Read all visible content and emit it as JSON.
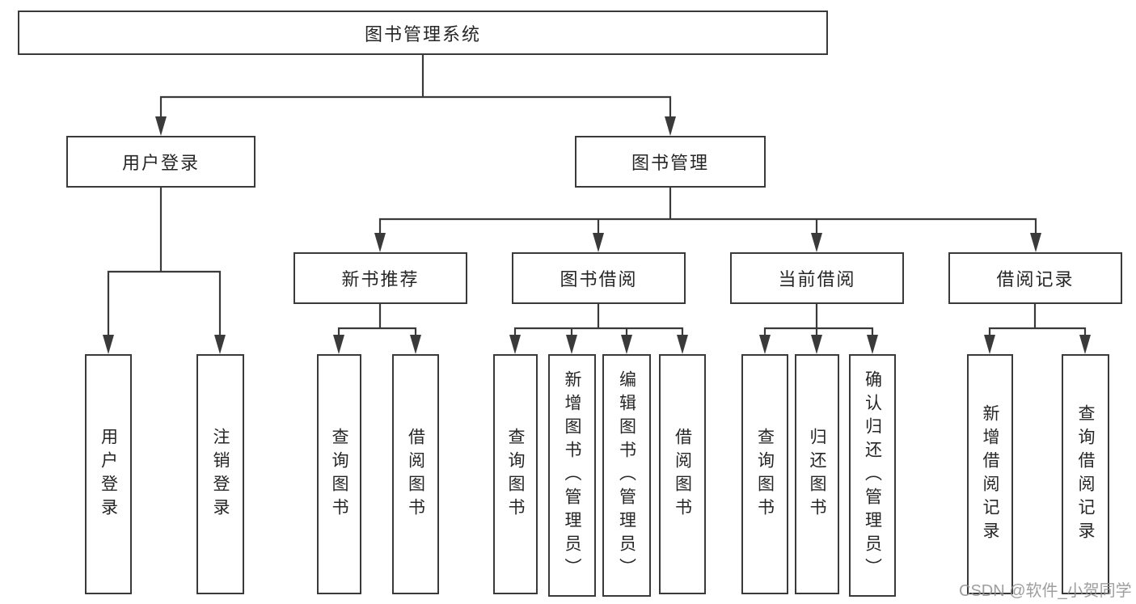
{
  "diagram": {
    "type": "hierarchy-diagram",
    "root": {
      "label": "图书管理系统"
    },
    "level2": [
      {
        "label": "用户登录",
        "children": [
          "用户登录",
          "注销登录"
        ]
      },
      {
        "label": "图书管理",
        "children": [
          {
            "label": "新书推荐",
            "children": [
              "查询图书",
              "借阅图书"
            ]
          },
          {
            "label": "图书借阅",
            "children": [
              "查询图书",
              "新增图书（管理员）",
              "编辑图书（管理员）",
              "借阅图书"
            ]
          },
          {
            "label": "当前借阅",
            "children": [
              "查询图书",
              "归还图书",
              "确认归还（管理员）"
            ]
          },
          {
            "label": "借阅记录",
            "children": [
              "新增借阅记录",
              "查询借阅记录"
            ]
          }
        ]
      }
    ],
    "watermark": "CSDN @软件_小贺同学",
    "colors": {
      "line": "#3a3a3a",
      "box_border": "#3a3a3a",
      "text": "#262626",
      "background": "#ffffff",
      "watermark": "#919191"
    }
  }
}
